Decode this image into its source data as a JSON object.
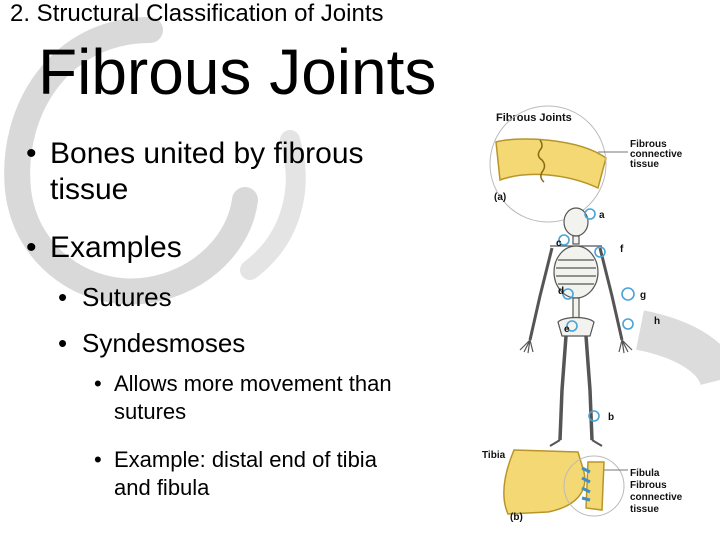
{
  "slide": {
    "header": "2. Structural Classification of Joints",
    "title": "Fibrous Joints",
    "bullets": [
      {
        "level": 1,
        "lines": [
          "Bones united by fibrous",
          "tissue"
        ]
      },
      {
        "level": 1,
        "lines": [
          "Examples"
        ]
      },
      {
        "level": 2,
        "lines": [
          "Sutures"
        ]
      },
      {
        "level": 2,
        "lines": [
          "Syndesmoses"
        ]
      },
      {
        "level": 3,
        "lines": [
          "Allows more movement than",
          "sutures"
        ]
      },
      {
        "level": 3,
        "lines": [
          "Example: distal end of tibia",
          "and fibula"
        ]
      }
    ],
    "bullet_glyph": "•"
  },
  "figure": {
    "heading": "Fibrous Joints",
    "labels": {
      "fibrous_connective": [
        "Fibrous",
        "connective",
        "tissue"
      ],
      "panel_a": "(a)",
      "panel_b": "(b)",
      "tibia": "Tibia",
      "fibula_block": [
        "Fibula",
        "Fibrous",
        "connective",
        "tissue"
      ],
      "skeleton_points": [
        "a",
        "c",
        "f",
        "d",
        "g",
        "e",
        "h",
        "b"
      ]
    }
  },
  "colors": {
    "swirl": "#d9d9d9",
    "bone": "#f3d873",
    "bone_edge": "#b8952a",
    "marker": "#4aa3d8",
    "ligament": "#3f8fc2"
  }
}
